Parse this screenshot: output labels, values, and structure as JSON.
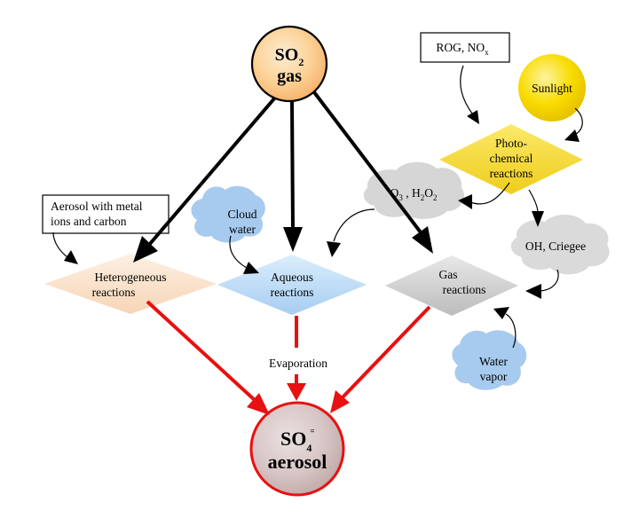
{
  "nodes": {
    "so2": {
      "line1": "SO",
      "sub": "2",
      "line2": "gas"
    },
    "so4": {
      "line1": "SO",
      "sub": "4",
      "sup": "=",
      "line2": "aerosol"
    },
    "rog": {
      "text": "ROG, NO",
      "sub": "x"
    },
    "sunlight": {
      "text": "Sunlight"
    },
    "photochemical": {
      "line1": "Photo-",
      "line2": "chemical",
      "line3": "reactions"
    },
    "oxidants": {
      "o": "O",
      "o_sub": "3",
      "sep": " , H",
      "h_sub": "2",
      "o2": "O",
      "o2_sub": "2"
    },
    "oh_criegee": {
      "text": "OH, Criegee"
    },
    "aerosol_metal": {
      "line1": "Aerosol with metal",
      "line2": "ions and carbon"
    },
    "cloud_water": {
      "line1": "Cloud",
      "line2": "water"
    },
    "heterogeneous": {
      "line1": "Heterogeneous",
      "line2": "reactions"
    },
    "aqueous": {
      "line1": "Aqueous",
      "line2": "reactions"
    },
    "gas_reactions": {
      "line1": "Gas",
      "line2": "reactions"
    },
    "evaporation": {
      "text": "Evaporation"
    },
    "water_vapor": {
      "line1": "Water",
      "line2": "vapor"
    }
  },
  "colors": {
    "black_arrow": "#000000",
    "red_arrow": "#e81010",
    "sunlight": "#f8dc00",
    "photochemical": "#f4dc2e",
    "heterogeneous": "#fbe3cf",
    "aqueous": "#bddcf6",
    "gas_reactions": "#d2d2d2",
    "cloud": "#a9cdf0",
    "oxidant_cloud": "#d4d4d4"
  }
}
